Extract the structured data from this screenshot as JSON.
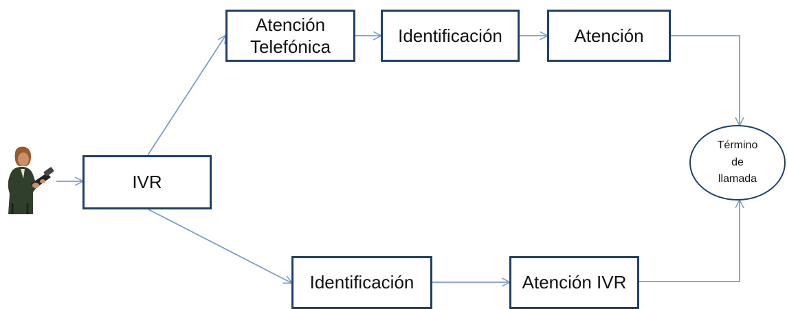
{
  "diagram": {
    "nodes": {
      "ivr": "IVR",
      "atencion_telefonica": "Atención\nTelefónica",
      "identificacion_top": "Identificación",
      "atencion": "Atención",
      "termino": "Término\nde\nllamada",
      "identificacion_bottom": "Identificación",
      "atencion_ivr": "Atención IVR"
    },
    "edges": [
      [
        "caller",
        "ivr"
      ],
      [
        "ivr",
        "atencion_telefonica"
      ],
      [
        "atencion_telefonica",
        "identificacion_top"
      ],
      [
        "identificacion_top",
        "atencion"
      ],
      [
        "atencion",
        "termino"
      ],
      [
        "ivr",
        "identificacion_bottom"
      ],
      [
        "identificacion_bottom",
        "atencion_ivr"
      ],
      [
        "atencion_ivr",
        "termino"
      ]
    ],
    "colors": {
      "box_border": "#1f3f66",
      "arrow": "#7b9ccc",
      "person_suit": "#2f3f2c",
      "person_skin": "#c9906a",
      "person_hair": "#9a5a2a"
    }
  }
}
